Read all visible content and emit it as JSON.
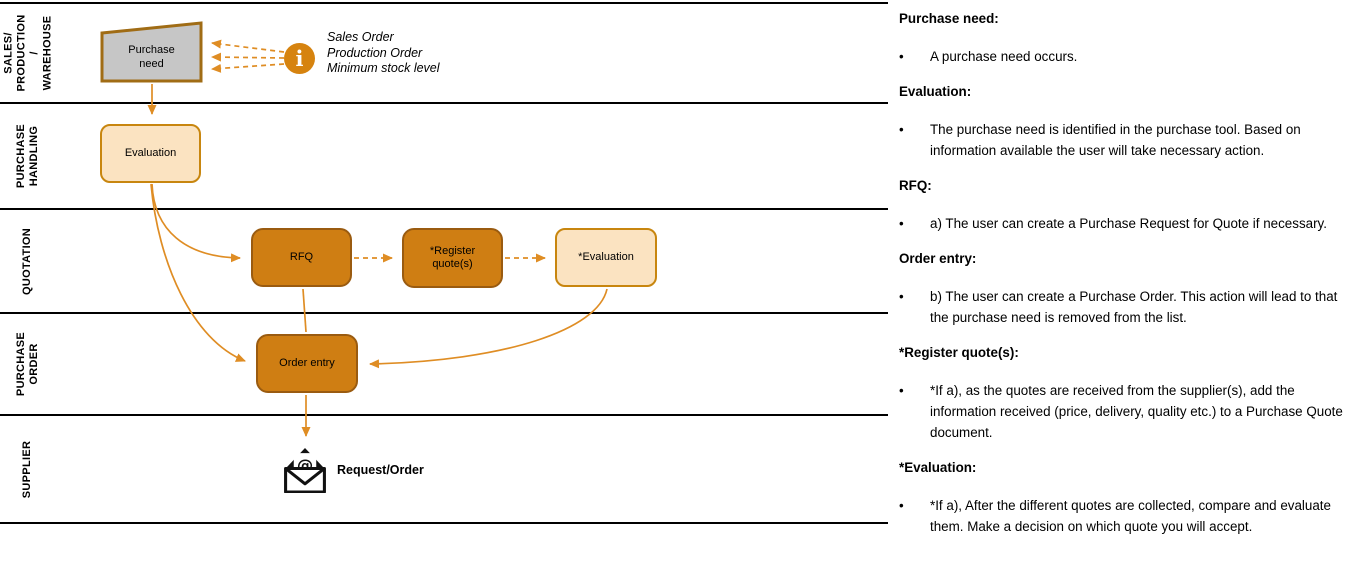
{
  "colors": {
    "dark_box_fill": "#CF7E13",
    "dark_box_border": "#9A5B10",
    "light_box_fill": "#FBE3C1",
    "light_box_border": "#C8860F",
    "gray_box_fill": "#C6C6C6",
    "gray_box_border": "#A06C15",
    "arrow": "#DF8D24",
    "lane_line": "#000000",
    "info_icon_fill": "#D6830F"
  },
  "lanes": [
    {
      "label": "SALES/\nPRODUCTION /\nWAREHOUSE"
    },
    {
      "label": "PURCHASE\nHANDLING"
    },
    {
      "label": "QUOTATION"
    },
    {
      "label": "PURCHASE\nORDER"
    },
    {
      "label": "SUPPLIER"
    }
  ],
  "flow": {
    "purchase_need": "Purchase\nneed",
    "info_icon": "info-icon",
    "info_sources": "Sales Order\nProduction Order\nMinimum stock level",
    "evaluation": "Evaluation",
    "rfq": "RFQ",
    "register_quotes": "*Register\nquote(s)",
    "evaluation_quotes": "*Evaluation",
    "order_entry": "Order entry",
    "mail_icon": "open-envelope-at-icon",
    "supplier_output": "Request/Order"
  },
  "notes": {
    "sections": [
      {
        "heading": "Purchase need:",
        "bullet": "A purchase need occurs."
      },
      {
        "heading": "Evaluation:",
        "bullet": "The purchase need is identified in the purchase tool. Based on information available the user will take necessary action."
      },
      {
        "heading": "RFQ:",
        "bullet": "a) The user can create a Purchase Request for Quote if necessary."
      },
      {
        "heading": "Order entry:",
        "bullet": "b) The user can create a Purchase Order. This action will lead to that the purchase need is removed from the list."
      },
      {
        "heading": "*Register quote(s):",
        "bullet": "*If a), as the quotes are received from the supplier(s), add the information received (price, delivery, quality etc.) to a Purchase Quote document."
      },
      {
        "heading": "*Evaluation:",
        "bullet": "*If a), After the different quotes are collected, compare and evaluate them. Make a decision on which quote you will accept."
      }
    ],
    "bullet_glyph": "•"
  }
}
